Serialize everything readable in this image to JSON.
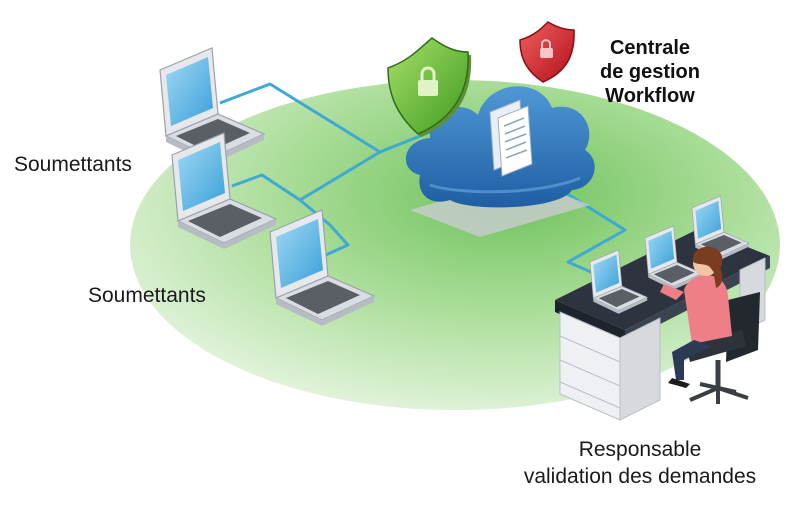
{
  "labels": {
    "central": [
      "Centrale",
      "de gestion",
      "Workflow"
    ],
    "submitters_top": "Soumettants",
    "submitters_bottom": "Soumettants",
    "responsible": [
      "Responsable",
      "validation des demandes"
    ]
  },
  "colors": {
    "connection_line": "#3fa9d6",
    "platform_green": "#8fd27f",
    "cloud_blue": "#2b78c2",
    "shield_green": "#6cbf3a",
    "shield_red": "#d9252f",
    "laptop_screen": "#57b4e6",
    "shirt": "#ef7f86"
  },
  "icons": [
    "laptop-icon",
    "cloud-server-icon",
    "document-icon",
    "lock-shield-icon",
    "desk-workstation",
    "person-at-desk"
  ]
}
